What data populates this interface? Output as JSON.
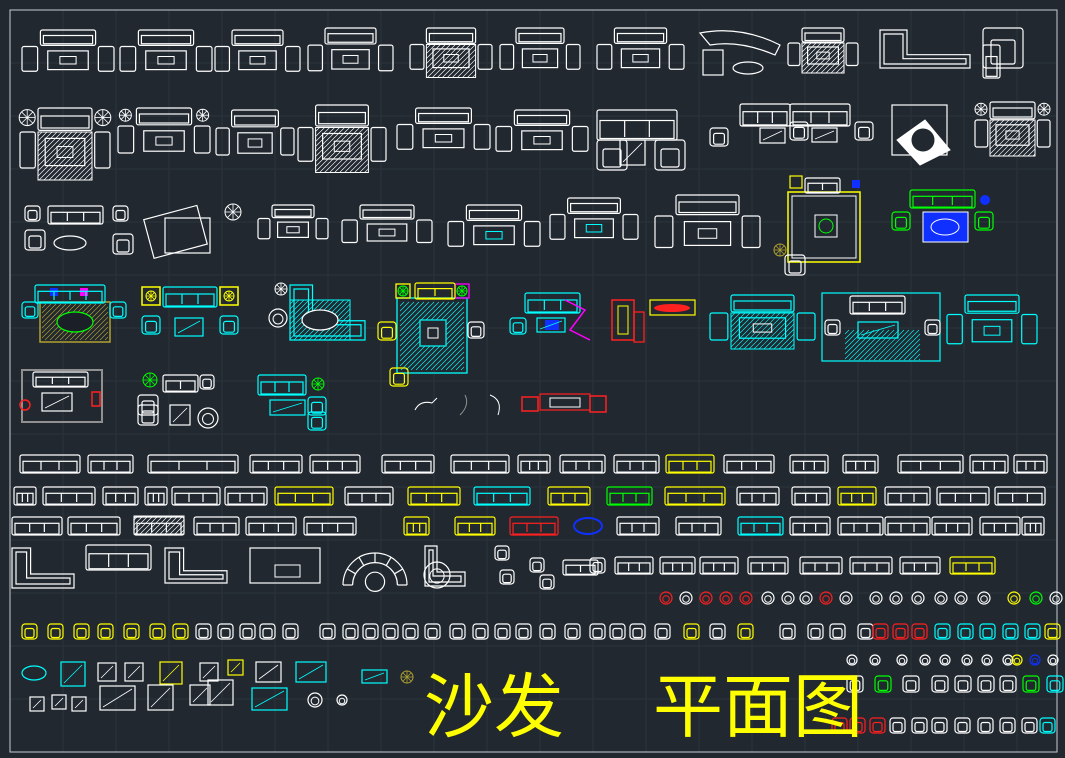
{
  "drawing": {
    "title_text": "沙发    平面图",
    "colors": {
      "background": "#212830",
      "grid": "#2b333d",
      "border": "#c8ccd2",
      "title": "#ffff00",
      "white": "#ffffff",
      "cyan": "#00ffff",
      "yellow": "#ffff00",
      "red": "#ff2020",
      "green": "#00ff00",
      "blue": "#1030ff",
      "magenta": "#ff00ff",
      "olive": "#b0a030",
      "gray": "#909090"
    },
    "symbol_kinds": [
      "sofa-set",
      "sectional-sofa",
      "three-seat-sofa",
      "armchair",
      "coffee-table",
      "rug",
      "round-sofa",
      "side-table",
      "plant"
    ]
  }
}
